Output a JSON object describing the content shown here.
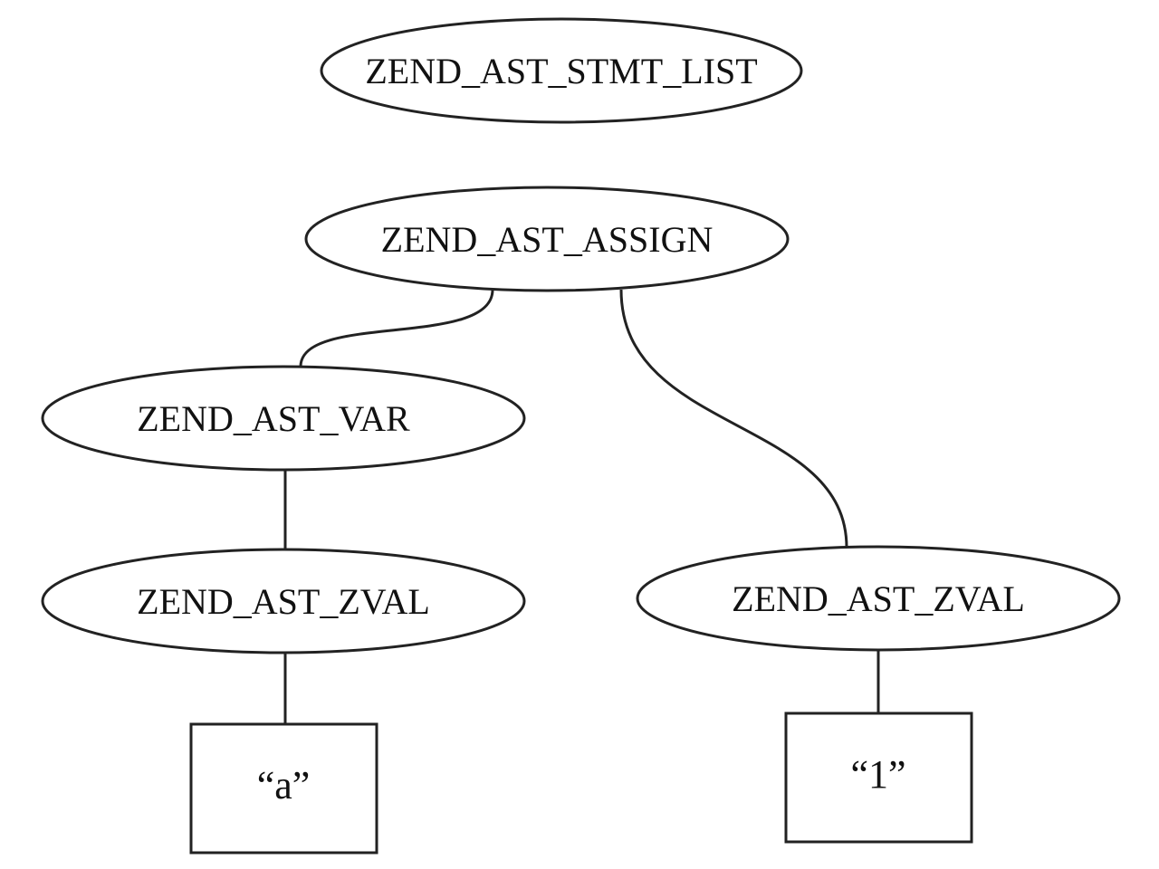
{
  "diagram": {
    "type": "abstract-syntax-tree",
    "nodes": {
      "stmt_list": {
        "label": "ZEND_AST_STMT_LIST",
        "shape": "ellipse"
      },
      "assign": {
        "label": "ZEND_AST_ASSIGN",
        "shape": "ellipse"
      },
      "var": {
        "label": "ZEND_AST_VAR",
        "shape": "ellipse"
      },
      "zval_left": {
        "label": "ZEND_AST_ZVAL",
        "shape": "ellipse"
      },
      "zval_right": {
        "label": "ZEND_AST_ZVAL",
        "shape": "ellipse"
      },
      "literal_a": {
        "label": "“a”",
        "shape": "rectangle"
      },
      "literal_1": {
        "label": "“1”",
        "shape": "rectangle"
      }
    },
    "edges": [
      {
        "from": "assign",
        "to": "var"
      },
      {
        "from": "assign",
        "to": "zval_right"
      },
      {
        "from": "var",
        "to": "zval_left"
      },
      {
        "from": "zval_left",
        "to": "literal_a"
      },
      {
        "from": "zval_right",
        "to": "literal_1"
      }
    ],
    "colors": {
      "stroke": "#222222",
      "fill": "#ffffff",
      "text": "#111111"
    }
  }
}
